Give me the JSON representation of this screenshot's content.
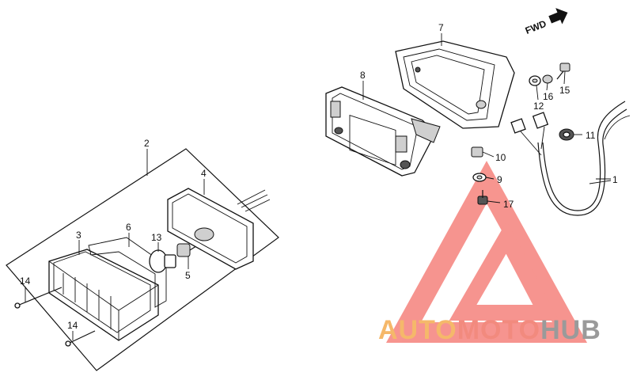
{
  "direction_indicator": {
    "label": "FWD"
  },
  "callouts": [
    {
      "id": "1",
      "label": "1"
    },
    {
      "id": "2",
      "label": "2"
    },
    {
      "id": "3",
      "label": "3"
    },
    {
      "id": "4",
      "label": "4"
    },
    {
      "id": "5",
      "label": "5"
    },
    {
      "id": "6",
      "label": "6"
    },
    {
      "id": "7",
      "label": "7"
    },
    {
      "id": "8",
      "label": "8"
    },
    {
      "id": "9",
      "label": "9"
    },
    {
      "id": "10",
      "label": "10"
    },
    {
      "id": "11",
      "label": "11"
    },
    {
      "id": "12",
      "label": "12"
    },
    {
      "id": "13",
      "label": "13"
    },
    {
      "id": "14a",
      "label": "14"
    },
    {
      "id": "14b",
      "label": "14"
    },
    {
      "id": "15",
      "label": "15"
    },
    {
      "id": "16",
      "label": "16"
    },
    {
      "id": "17",
      "label": "17"
    }
  ],
  "watermark": {
    "part1": "AUTO",
    "part2": "MOTO",
    "part3": "HUB",
    "colors": {
      "auto": "#f5b86a",
      "moto": "#f28a7e",
      "hub": "#9a9a9a",
      "triangle": "#f4716a"
    }
  }
}
